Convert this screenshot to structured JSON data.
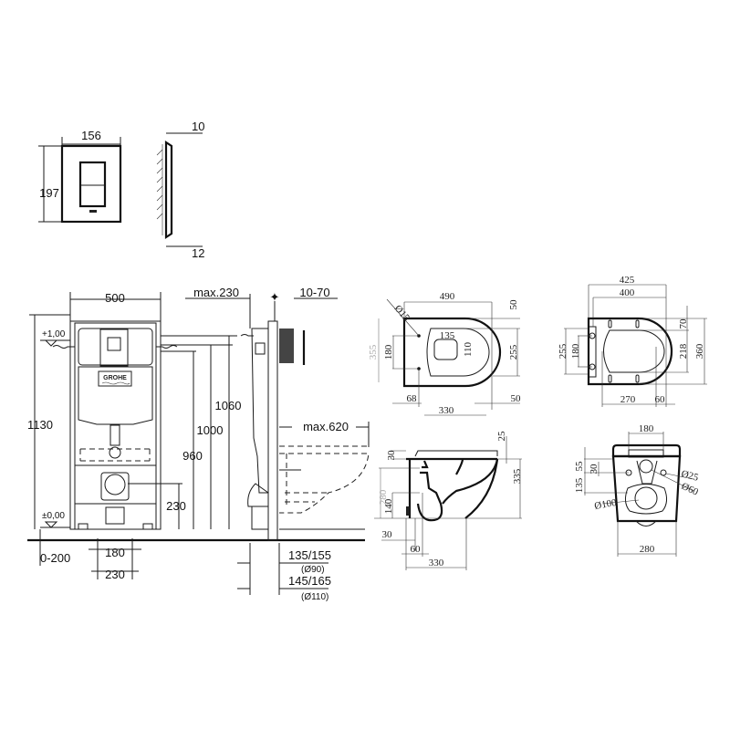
{
  "flush_plate": {
    "width": "156",
    "height": "197",
    "depth_top": "10",
    "depth_bottom": "12"
  },
  "frame_front": {
    "width": "500",
    "height": "1130",
    "level_top": "+1,00",
    "level_floor": "±0,00",
    "h_1060": "1060",
    "h_1000": "1000",
    "h_960": "960",
    "h_230": "230",
    "floor_offset": "0-200",
    "w_180": "180",
    "w_230": "230",
    "logo": "GROHE"
  },
  "frame_side": {
    "max_230": "max.230",
    "adj_10_70": "10-70",
    "max_620": "max.620",
    "pipe_90": "135/155",
    "pipe_90_dia": "(Ø90)",
    "pipe_110": "145/165",
    "pipe_110_dia": "(Ø110)"
  },
  "toilet_top": {
    "length": "490",
    "top_50": "50",
    "hole": "Ø15",
    "inner_w": "135",
    "inner_h": "110",
    "mount_180": "180",
    "h_255": "255",
    "h_355": "355",
    "left_68": "68",
    "right_50": "50",
    "d_330": "330"
  },
  "toilet_side": {
    "seat_25": "25",
    "top_30": "30",
    "h_335": "335",
    "h_280": "280",
    "h_140": "140",
    "w_30": "30",
    "w_60": "60",
    "w_330": "330"
  },
  "seat_top": {
    "w_425": "425",
    "w_400": "400",
    "h_70": "70",
    "h_218": "218",
    "h_360": "360",
    "h_255": "255",
    "h_180": "180",
    "w_270": "270",
    "w_60": "60"
  },
  "toilet_front": {
    "w_180": "180",
    "h_55": "55",
    "h_30": "30",
    "h_135": "135",
    "d_25": "Ø25",
    "d_60": "Ø60",
    "d_100": "Ø100",
    "w_280": "280"
  }
}
